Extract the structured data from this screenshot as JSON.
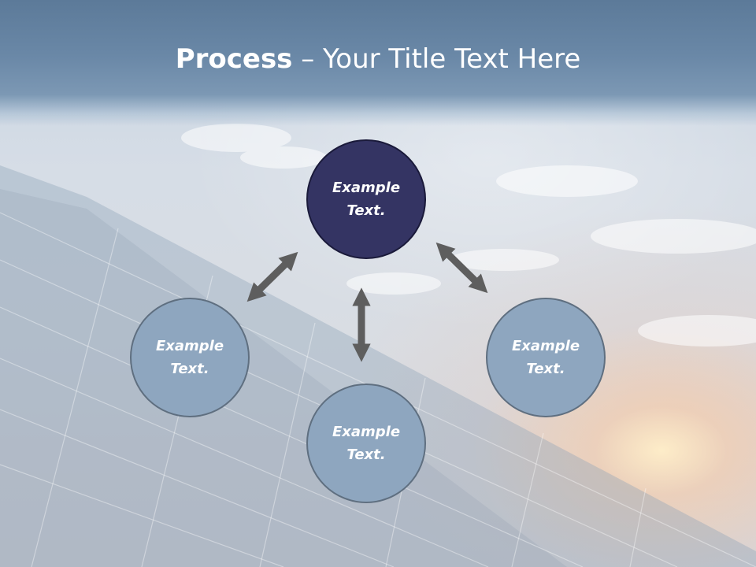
{
  "slide": {
    "title_bold": "Process",
    "title_rest": " – Your Title Text Here"
  },
  "nodes": {
    "top": "Example Text.",
    "left": "Example Text.",
    "right": "Example Text.",
    "bottom": "Example Text."
  },
  "colors": {
    "title_band": "#6a88a7",
    "node_primary": "#343463",
    "node_secondary": "#8ea6bf",
    "arrow": "#5e5e5e"
  },
  "icons": {
    "arrows": "double-headed-arrow-icon"
  }
}
